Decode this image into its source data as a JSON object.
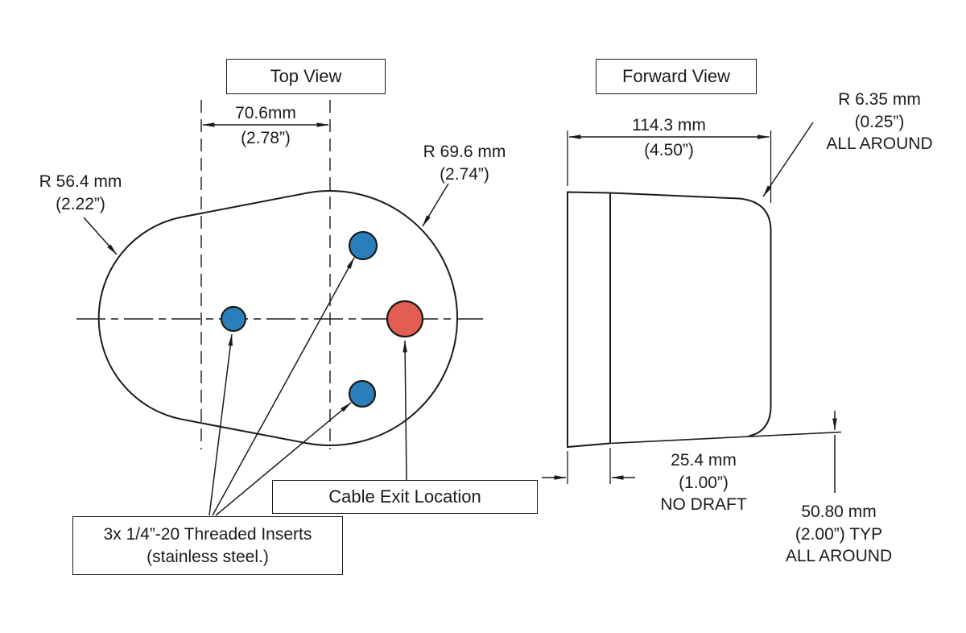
{
  "top_view": {
    "title": "Top View",
    "width_dim": {
      "value_mm": "70.6mm",
      "value_in": "(2.78”)"
    },
    "outer_radius": {
      "line1": "R 69.6 mm",
      "line2": "(2.74”)"
    },
    "left_radius": {
      "line1": "R 56.4 mm",
      "line2": "(2.22”)"
    },
    "cable_exit": {
      "label": "Cable Exit Location"
    },
    "inserts": {
      "line1": "3x 1/4”-20 Threaded Inserts",
      "line2": "(stainless steel.)"
    }
  },
  "forward_view": {
    "title": "Forward View",
    "width_dim": {
      "value_mm": "114.3 mm",
      "value_in": "(4.50”)"
    },
    "corner_radius": {
      "line1": "R 6.35 mm",
      "line2": "(0.25”)",
      "line3": "ALL AROUND"
    },
    "flange_dim": {
      "line1": "25.4 mm",
      "line2": "(1.00”)",
      "line3": "NO DRAFT"
    },
    "wall_dim": {
      "line1": "50.80 mm",
      "line2": "(2.00”) TYP",
      "line3": "ALL AROUND"
    }
  },
  "colors": {
    "insert_fill": "#2a7fba",
    "cable_exit_fill": "#e35d52",
    "line": "#1b1b1b"
  }
}
